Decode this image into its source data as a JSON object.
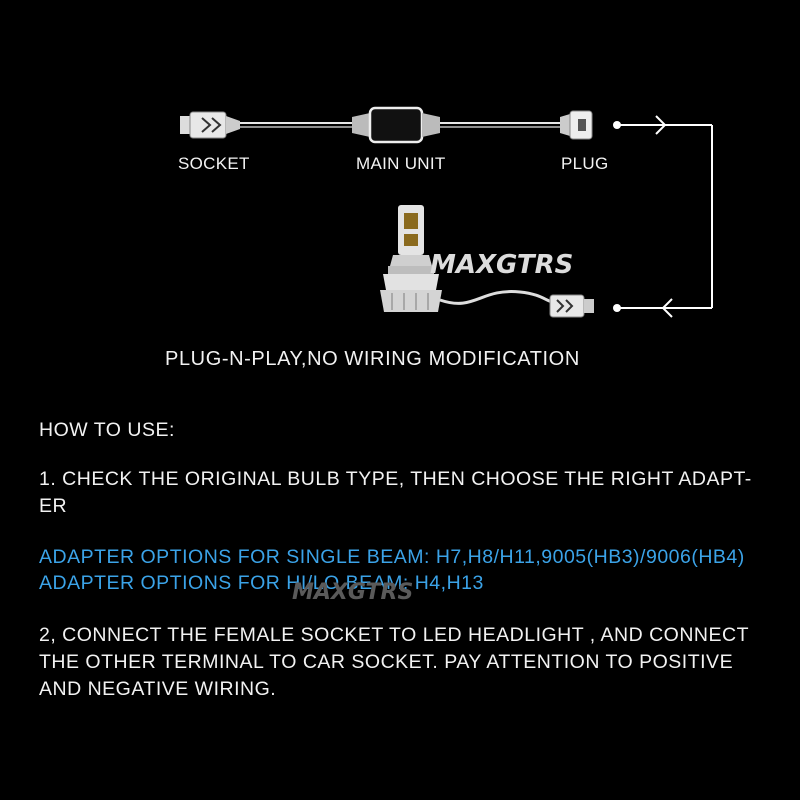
{
  "diagram": {
    "labels": {
      "socket": "SOCKET",
      "main_unit": "MAIN UNIT",
      "plug": "PLUG"
    },
    "caption": "PLUG-N-PLAY,NO WIRING MODIFICATION",
    "watermark": "MAXGTRS"
  },
  "instructions": {
    "heading": "HOW TO USE:",
    "step1_line1": "1. CHECK THE ORIGINAL BULB TYPE, THEN CHOOSE THE RIGHT ADAPT-",
    "step1_line2": "ER",
    "option_single": "ADAPTER OPTIONS FOR SINGLE BEAM: H7,H8/H11,9005(HB3)/9006(HB4)",
    "option_hilo": "ADAPTER OPTIONS FOR HI/LO BEAM: H4,H13",
    "step2_line1": "2, CONNECT THE FEMALE SOCKET TO LED HEADLIGHT , AND CONNECT",
    "step2_line2": "THE OTHER TERMINAL TO CAR SOCKET. PAY ATTENTION TO POSITIVE",
    "step2_line3": "AND NEGATIVE WIRING.",
    "watermark": "MAXGTRS"
  },
  "colors": {
    "background": "#000000",
    "text": "#f2f2f2",
    "highlight": "#3ba3e8"
  }
}
